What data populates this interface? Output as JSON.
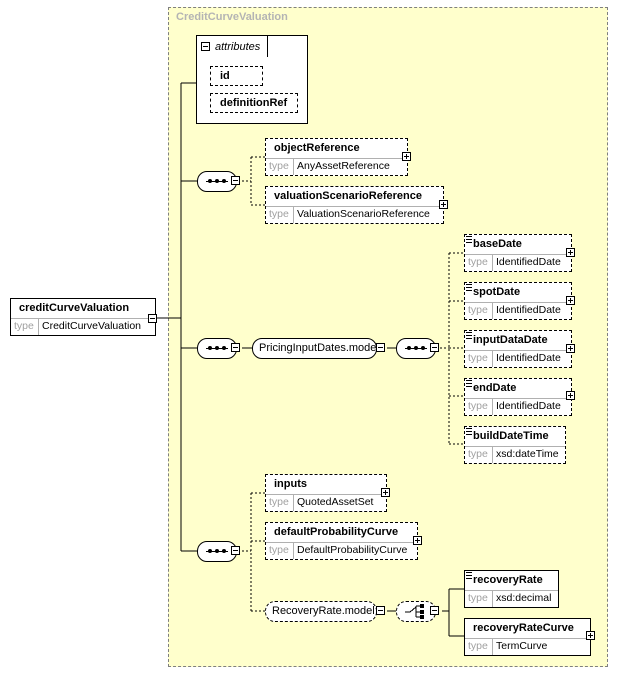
{
  "complex_type": {
    "title": "CreditCurveValuation"
  },
  "attributes": {
    "title": "attributes",
    "items": [
      "id",
      "definitionRef"
    ]
  },
  "type_label": "type",
  "root": {
    "name": "creditCurveValuation",
    "type": "CreditCurveValuation"
  },
  "sequence1": [
    {
      "name": "objectReference",
      "type": "AnyAssetReference"
    },
    {
      "name": "valuationScenarioReference",
      "type": "ValuationScenarioReference"
    }
  ],
  "pricing_group": {
    "label": "PricingInputDates.model"
  },
  "pricing_elements": [
    {
      "name": "baseDate",
      "type": "IdentifiedDate"
    },
    {
      "name": "spotDate",
      "type": "IdentifiedDate"
    },
    {
      "name": "inputDataDate",
      "type": "IdentifiedDate"
    },
    {
      "name": "endDate",
      "type": "IdentifiedDate"
    },
    {
      "name": "buildDateTime",
      "type": "xsd:dateTime"
    }
  ],
  "sequence3": [
    {
      "name": "inputs",
      "type": "QuotedAssetSet"
    },
    {
      "name": "defaultProbabilityCurve",
      "type": "DefaultProbabilityCurve"
    }
  ],
  "recovery_group": {
    "label": "RecoveryRate.model"
  },
  "recovery_elements": [
    {
      "name": "recoveryRate",
      "type": "xsd:decimal"
    },
    {
      "name": "recoveryRateCurve",
      "type": "TermCurve"
    }
  ]
}
